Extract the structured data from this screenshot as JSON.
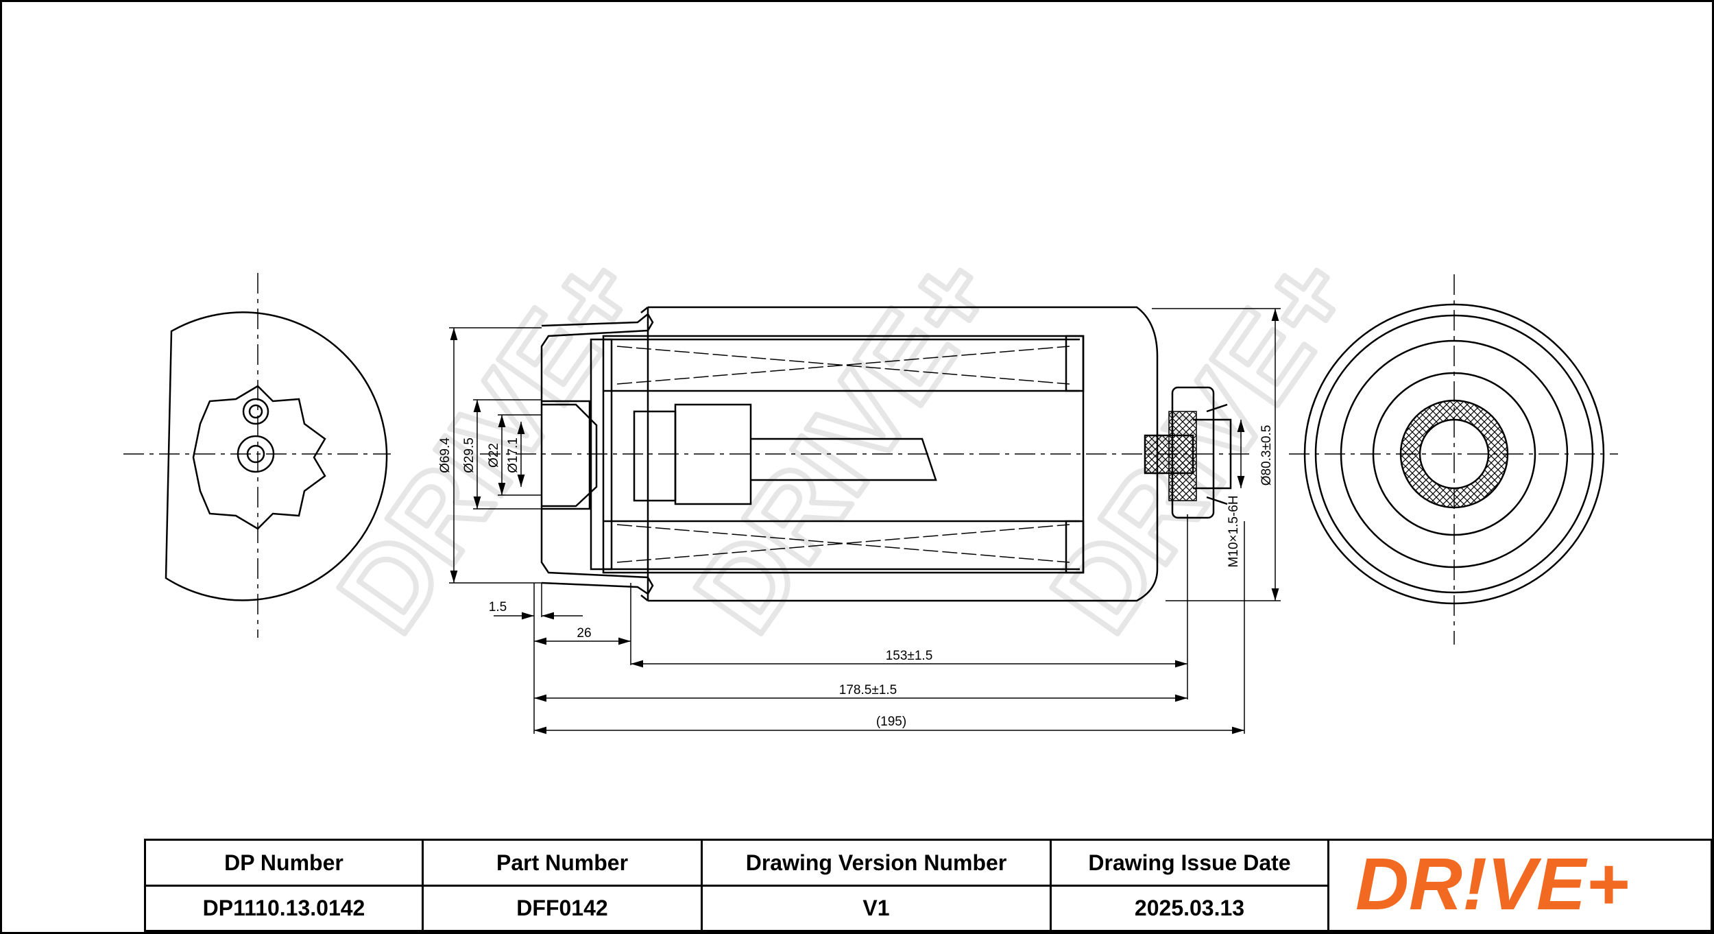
{
  "drawing": {
    "dimensions": {
      "d_69_4": "Ø69.4",
      "d_29_5": "Ø29.5",
      "d_22": "Ø22",
      "d_17_1": "Ø17.1",
      "d_80_3": "Ø80.3±0.5",
      "thread": "M10×1.5-6H",
      "len_1_5": "1.5",
      "len_26": "26",
      "len_153": "153±1.5",
      "len_178_5": "178.5±1.5",
      "len_195": "(195)"
    },
    "watermark": "DRIVE+"
  },
  "title_block": {
    "headers": {
      "dp_number": "DP Number",
      "part_number": "Part Number",
      "version": "Drawing Version Number",
      "issue_date": "Drawing Issue Date"
    },
    "values": {
      "dp_number": "DP1110.13.0142",
      "part_number": "DFF0142",
      "version": "V1",
      "issue_date": "2025.03.13"
    },
    "logo_text": "DR!VE+",
    "logo_color": "#f26a21"
  }
}
